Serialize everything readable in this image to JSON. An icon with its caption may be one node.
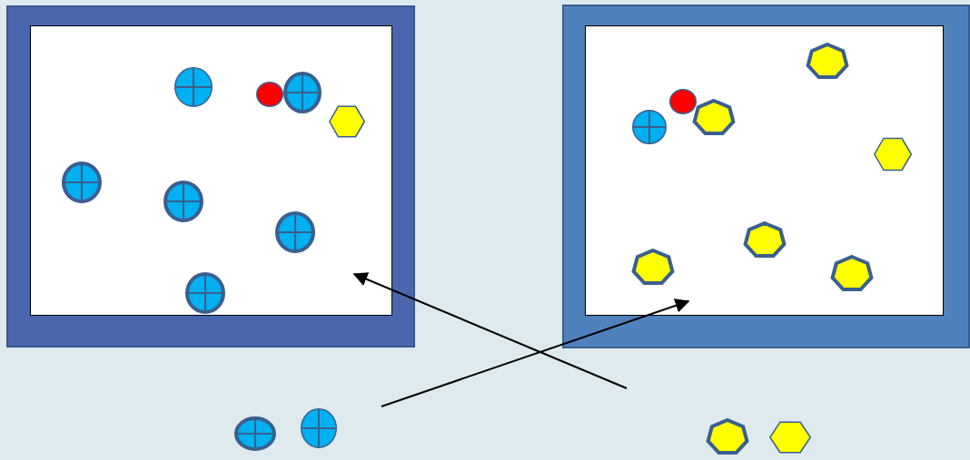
{
  "diagram": {
    "nodes": [
      {
        "text": [],
        "shape": "box"
      },
      {
        "text": [],
        "shape": "box"
      }
    ],
    "edges": [
      {
        "from": null,
        "to": 1,
        "arrow": "to"
      },
      {
        "from": null,
        "to": 0,
        "arrow": "to"
      }
    ]
  }
}
